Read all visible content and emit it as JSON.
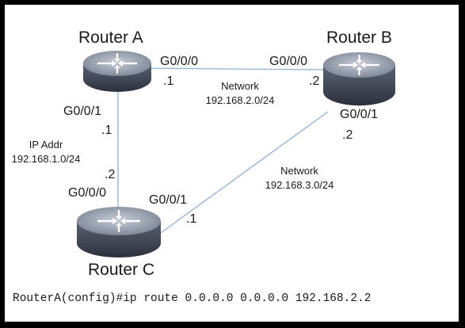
{
  "routers": {
    "a": {
      "name": "Router A"
    },
    "b": {
      "name": "Router B"
    },
    "c": {
      "name": "Router C"
    }
  },
  "interfaces": {
    "a_g000": "G0/0/0",
    "a_g000_ip": ".1",
    "a_g001": "G0/0/1",
    "a_g001_ip": ".1",
    "b_g000": "G0/0/0",
    "b_g000_ip": ".2",
    "b_g001": "G0/0/1",
    "b_g001_ip": ".2",
    "c_g000": "G0/0/0",
    "c_g000_ip": ".2",
    "c_g001": "G0/0/1",
    "c_g001_ip": ".1"
  },
  "networks": {
    "ab": {
      "label": "Network",
      "subnet": "192.168.2.0/24"
    },
    "ac": {
      "label": "IP Addr",
      "subnet": "192.168.1.0/24"
    },
    "bc": {
      "label": "Network",
      "subnet": "192.168.3.0/24"
    }
  },
  "command": "RouterA(config)#ip route 0.0.0.0 0.0.0.0 192.168.2.2",
  "colors": {
    "link": "#8fb1d6",
    "router_body": "#3f4656",
    "router_top": "#a9b1c0",
    "arrow": "#ffffff"
  },
  "icons": [
    "router-icon"
  ]
}
